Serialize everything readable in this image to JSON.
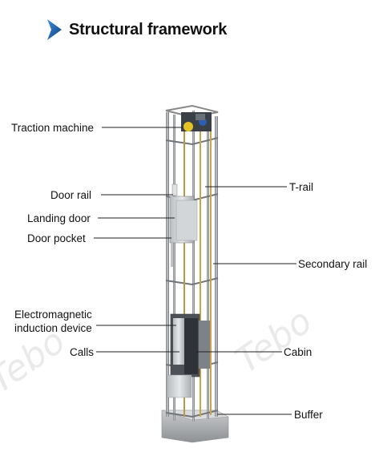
{
  "header": {
    "title": "Structural framework",
    "accent_color": "#1e5fa8",
    "icon": "triangle-arrow-icon"
  },
  "labels": {
    "traction_machine": "Traction machine",
    "door_rail": "Door rail",
    "landing_door": "Landing door",
    "door_pocket": "Door pocket",
    "electromagnetic_1": "Electromagnetic",
    "electromagnetic_2": "induction device",
    "calls": "Calls",
    "t_rail": "T-rail",
    "secondary_rail": "Secondary rail",
    "cabin": "Cabin",
    "buffer": "Buffer"
  },
  "watermark": "Tebo"
}
